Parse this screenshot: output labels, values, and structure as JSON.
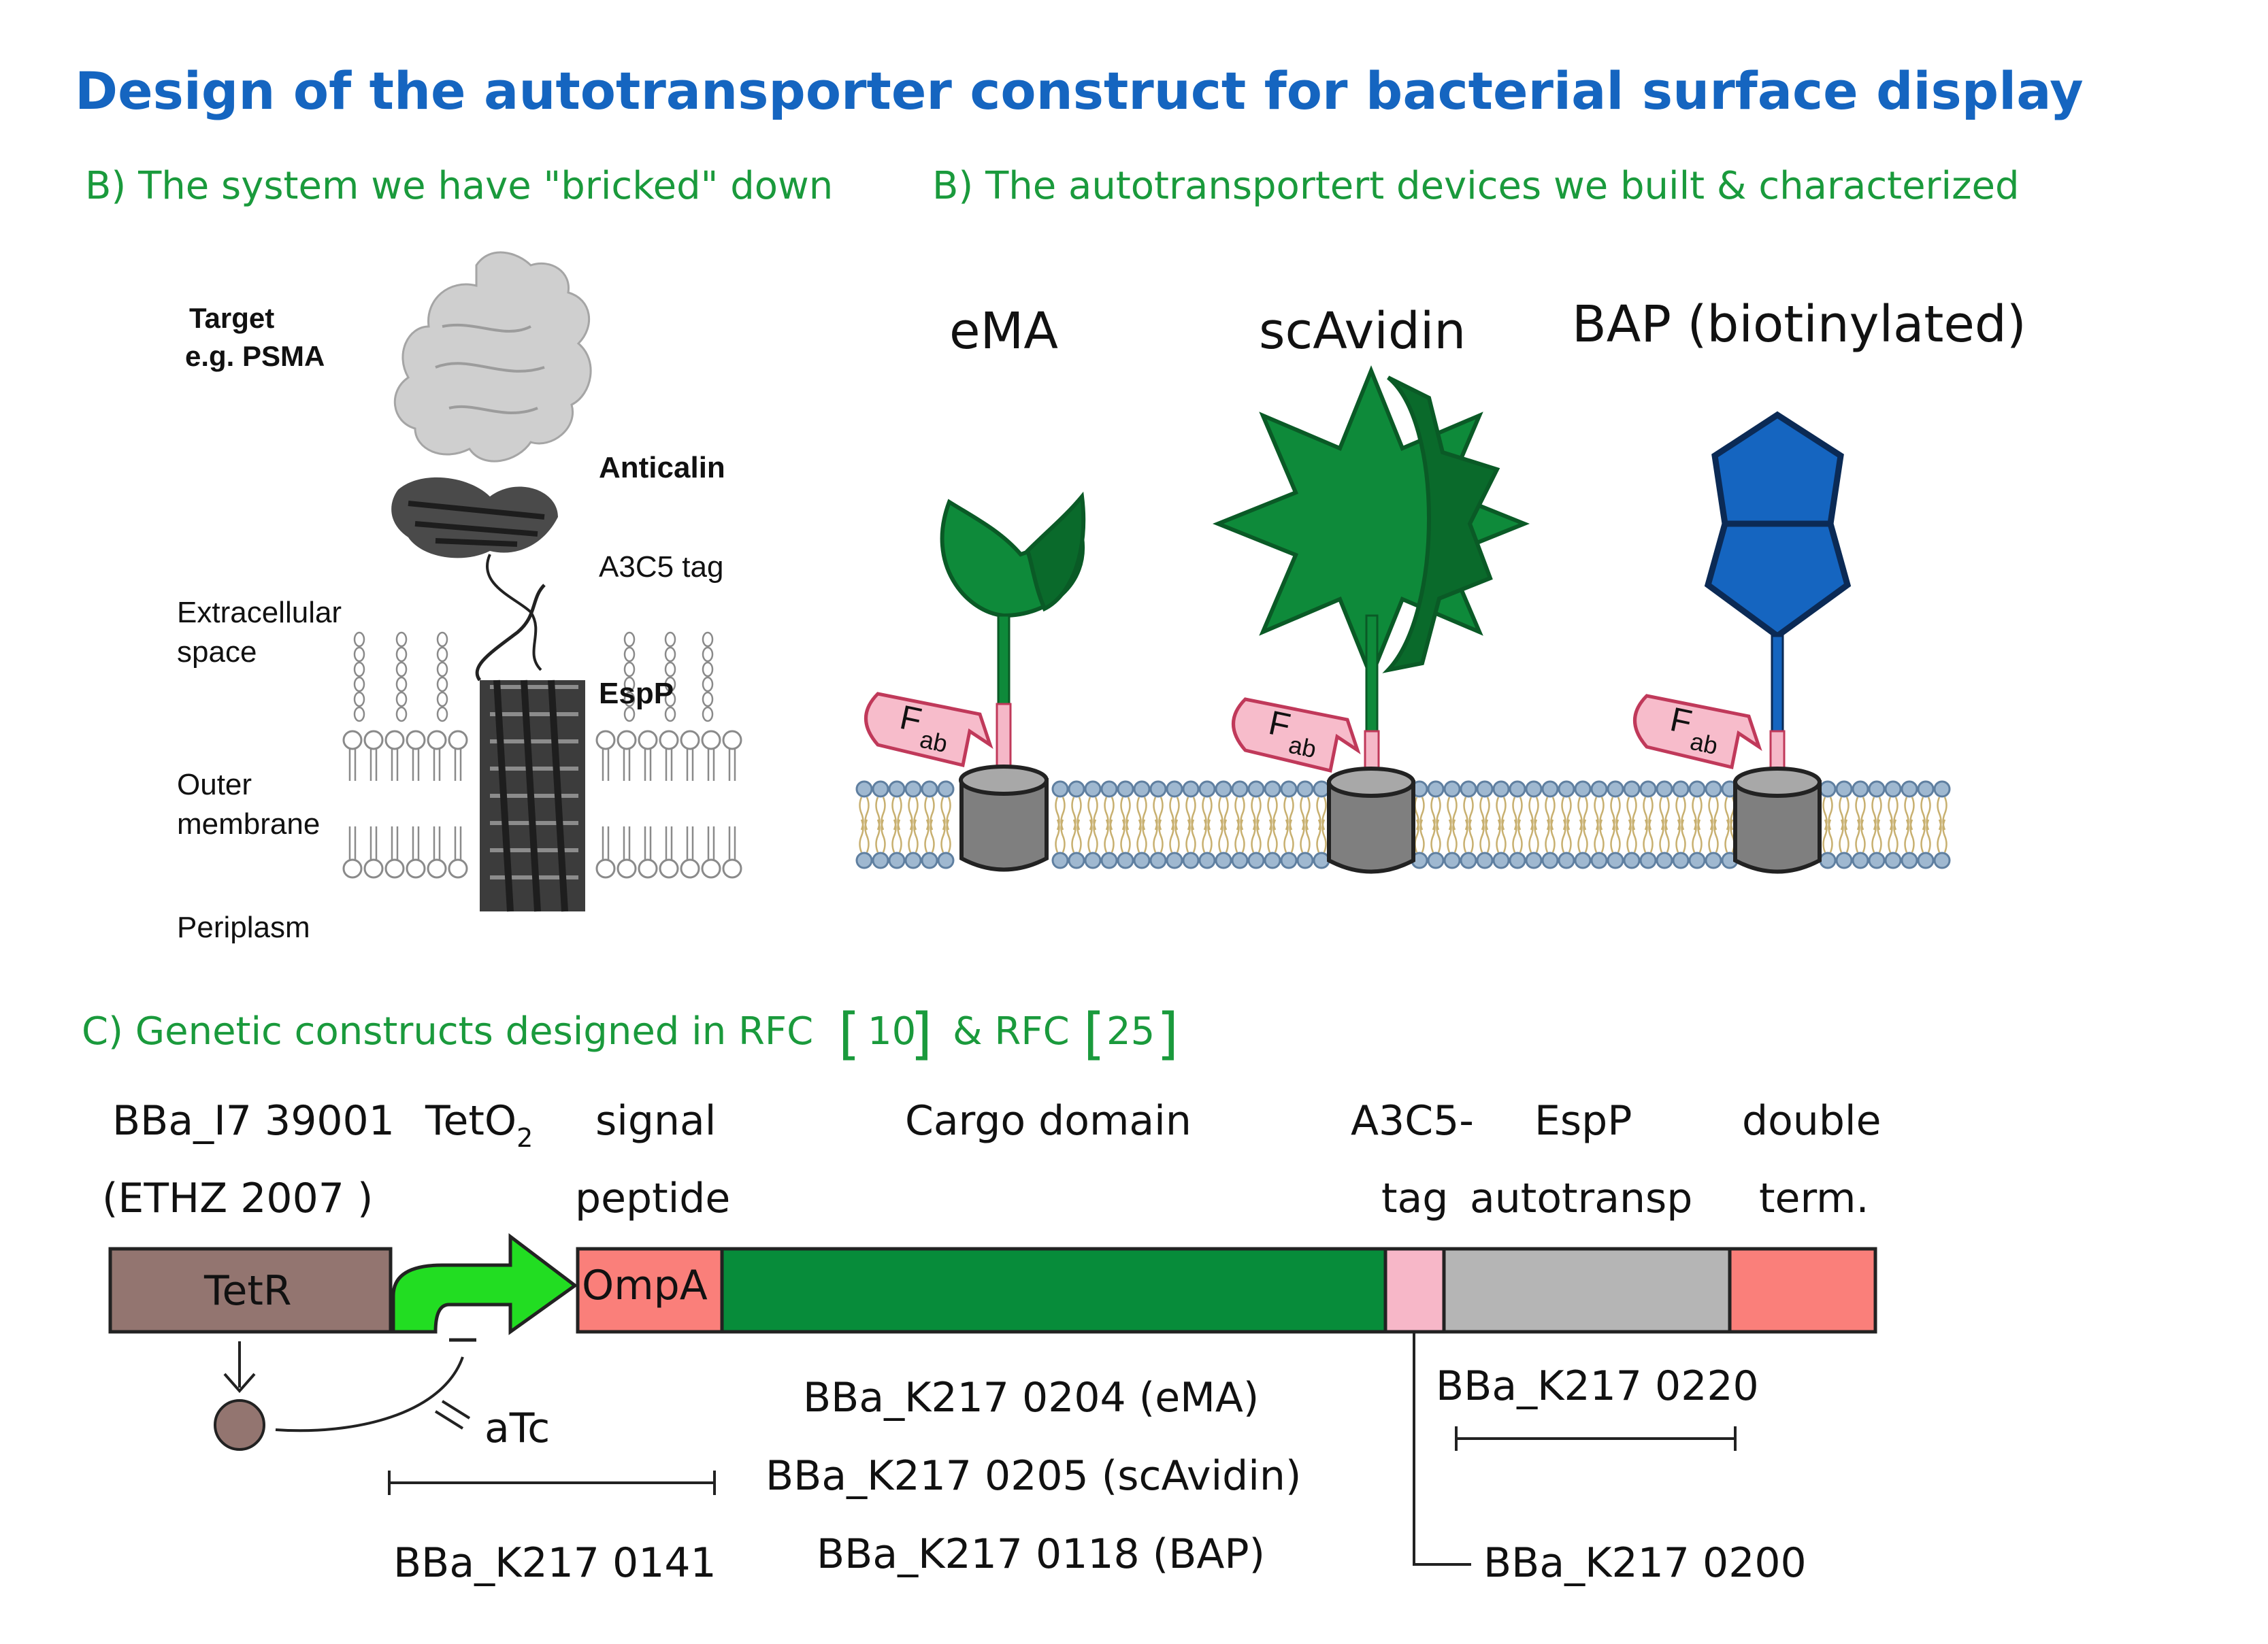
{
  "title": "Design of the autotransporter construct for bacterial surface display",
  "panel_b_left": {
    "heading": "B) The system we have \"bricked\" down",
    "target_line1": "Target",
    "target_line2": "e.g. PSMA",
    "anticalin": "Anticalin",
    "a3c5_tag": "A3C5 tag",
    "extracellular_line1": "Extracellular",
    "extracellular_line2": "space",
    "espp": "EspP",
    "outer_line1": "Outer",
    "outer_line2": "membrane",
    "periplasm": "Periplasm"
  },
  "panel_b_right": {
    "heading": "B) The autotransportert devices we built & characterized",
    "devices": [
      {
        "label": "eMA",
        "color": "#0e8a3a"
      },
      {
        "label": "scAvidin",
        "color": "#0e8a3a"
      },
      {
        "label": "BAP (biotinylated)",
        "color": "#1565c0"
      }
    ],
    "fab_main": "F",
    "fab_sub": "ab"
  },
  "panel_c": {
    "heading_prefix": "C) Genetic constructs designed in RFC",
    "bracket_open": "[",
    "rfc1": "10",
    "bracket_close": "]",
    "and_text": "& RFC",
    "rfc2": "25",
    "labels": {
      "bba_i7_line1": "BBa_I7 39001",
      "bba_i7_line2": "(ETHZ 2007 )",
      "teto": "TetO",
      "teto_sub": "2",
      "signal_line1": "signal",
      "signal_line2": "peptide",
      "cargo": "Cargo domain",
      "a3c5_line1": "A3C5-",
      "a3c5_line2": "tag",
      "espp_line1": "EspP",
      "espp_line2": "autotransp",
      "double_line1": "double",
      "double_line2": "term."
    },
    "boxes": {
      "tetr": "TetR",
      "ompa": "OmpA"
    },
    "atc": "aTc",
    "parts": {
      "k2170141": "BBa_K217 0141",
      "cargo_parts": [
        "BBa_K217 0204 (eMA)",
        "BBa_K217 0205 (scAvidin)",
        "BBa_K217 0118 (BAP)"
      ],
      "k2170220": "BBa_K217 0220",
      "k2170200": "BBa_K217 0200"
    },
    "colors": {
      "tetr": "#937570",
      "promoter_arrow": "#22dd22",
      "ompa": "#fa7f7a",
      "cargo": "#078c3a",
      "tag": "#f7b7c8",
      "espp": "#b5b5b5",
      "terminator": "#fa7f7a"
    }
  }
}
